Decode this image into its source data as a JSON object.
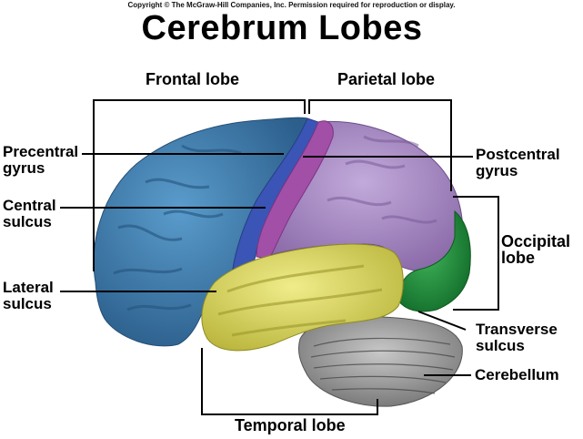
{
  "copyright": "Copyright © The McGraw-Hill Companies, Inc. Permission required for reproduction or display.",
  "title": "Cerebrum Lobes",
  "labels": {
    "frontal_lobe": "Frontal lobe",
    "parietal_lobe": "Parietal lobe",
    "precentral_gyrus_1": "Precentral",
    "precentral_gyrus_2": "gyrus",
    "central_sulcus_1": "Central",
    "central_sulcus_2": "sulcus",
    "lateral_sulcus_1": "Lateral",
    "lateral_sulcus_2": "sulcus",
    "postcentral_gyrus_1": "Postcentral",
    "postcentral_gyrus_2": "gyrus",
    "occipital_lobe_1": "Occipital",
    "occipital_lobe_2": "lobe",
    "transverse_sulcus_1": "Transverse",
    "transverse_sulcus_2": "sulcus",
    "cerebellum": "Cerebellum",
    "temporal_lobe": "Temporal lobe"
  },
  "colors": {
    "frontal": "#3f7fb0",
    "precentral": "#3a55b5",
    "postcentral": "#a24fa8",
    "parietal": "#a98cc4",
    "occipital": "#1f8c3a",
    "temporal": "#d8d45a",
    "cerebellum": "#9a9a9a"
  }
}
